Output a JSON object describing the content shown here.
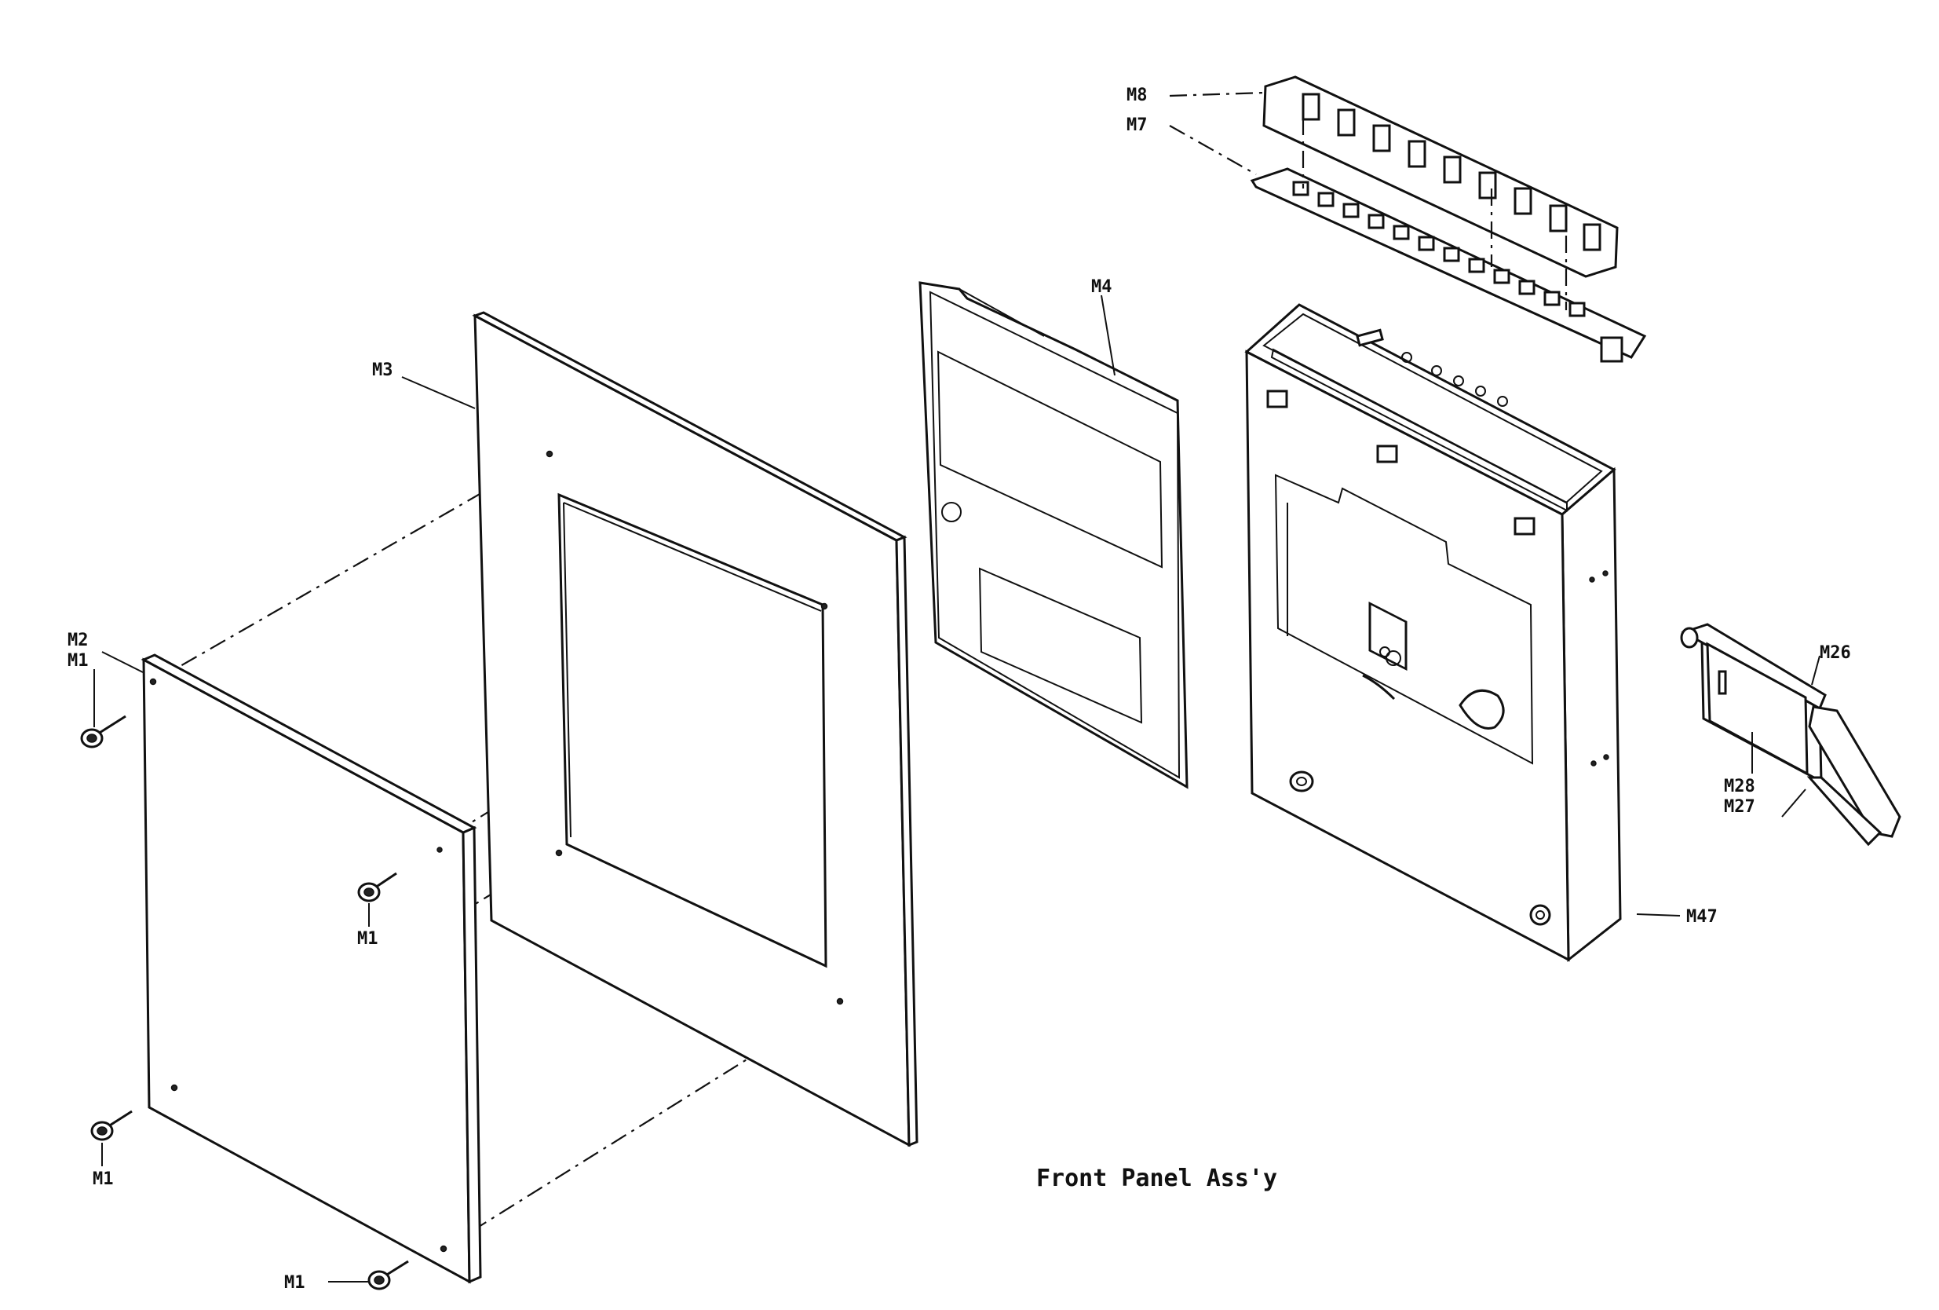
{
  "title": "Front Panel Ass'y",
  "labels": {
    "m1": "M1",
    "m2": "M2",
    "m3": "M3",
    "m4": "M4",
    "m7": "M7",
    "m8": "M8",
    "m26": "M26",
    "m27": "M27",
    "m28": "M28",
    "m47": "M47"
  }
}
